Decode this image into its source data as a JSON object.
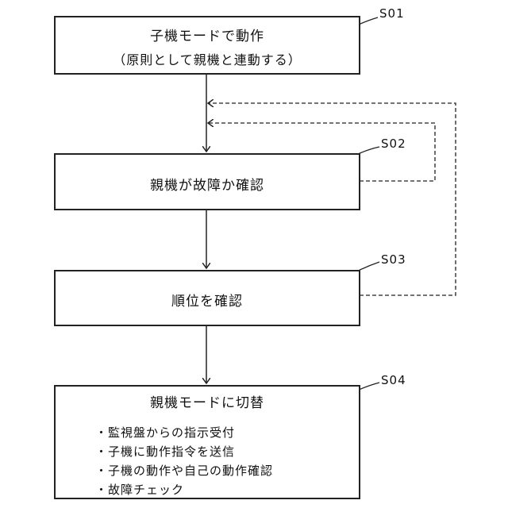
{
  "steps": [
    {
      "id": "S01",
      "title": "子機モードで動作",
      "subtitle": "（原則として親機と連動する）"
    },
    {
      "id": "S02",
      "title": "親機が故障か確認"
    },
    {
      "id": "S03",
      "title": "順位を確認"
    },
    {
      "id": "S04",
      "title": "親機モードに切替",
      "items": [
        "監視盤からの指示受付",
        "子機に動作指令を送信",
        "子機の動作や自己の動作確認",
        "故障チェック"
      ]
    }
  ]
}
